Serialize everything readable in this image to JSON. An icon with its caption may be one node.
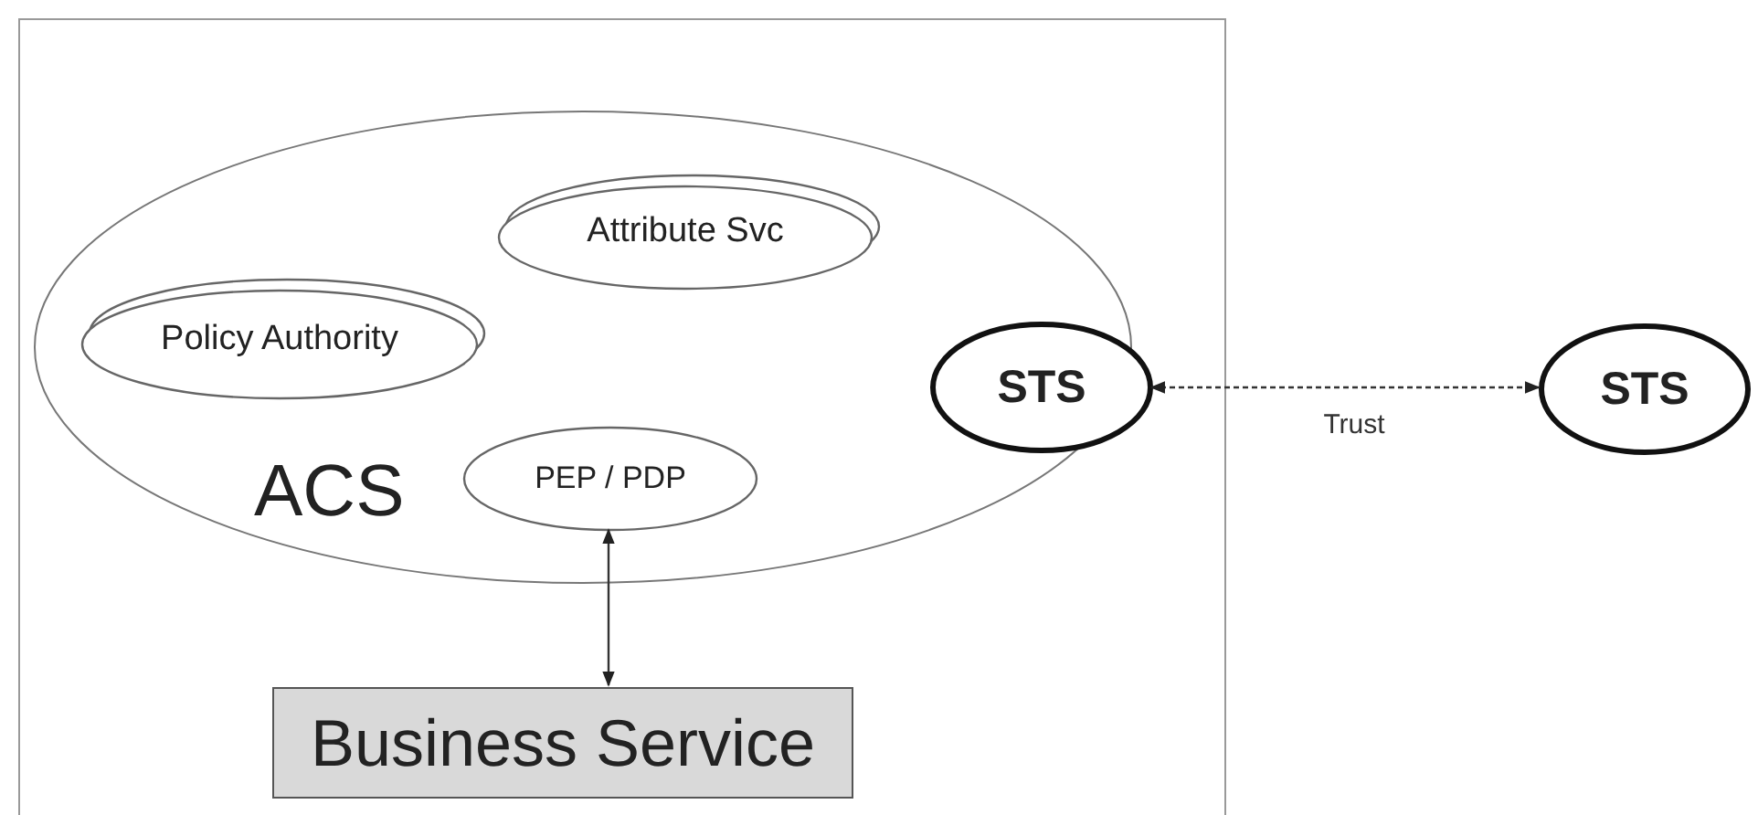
{
  "diagram": {
    "nodes": [
      {
        "text": [],
        "shape": "box"
      },
      {
        "text": [
          "ACS"
        ],
        "in": 0
      },
      {
        "text": [
          "Attribute Svc"
        ],
        "in": 1
      },
      {
        "text": [
          "Policy Authority"
        ],
        "in": 1
      },
      {
        "text": [
          "STS"
        ],
        "in": 0
      },
      {
        "text": [
          "PEP / PDP"
        ],
        "in": 1
      },
      {
        "text": [
          "Business Service"
        ],
        "in": 0
      },
      {
        "text": [
          "STS"
        ]
      }
    ],
    "edges": [
      {
        "from": 5,
        "to": 6,
        "arrow": "both"
      },
      {
        "from": 4,
        "to": 7,
        "arrow": "both",
        "label": "Trust",
        "style": "dashed"
      }
    ]
  }
}
